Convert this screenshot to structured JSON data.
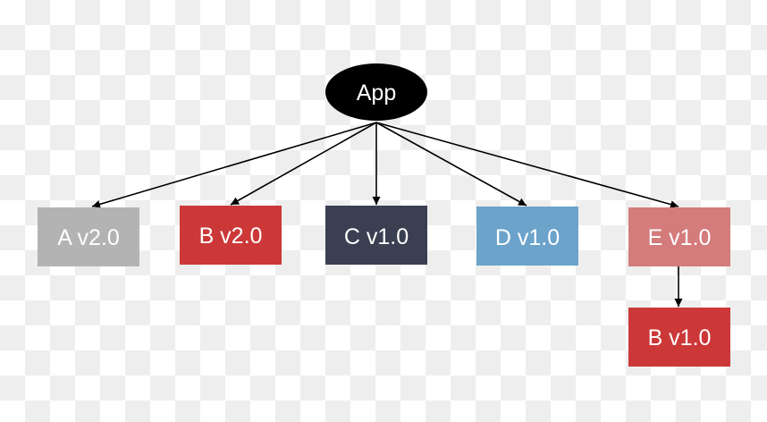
{
  "diagram": {
    "root": {
      "id": "app",
      "label": "App",
      "shape": "ellipse",
      "color": "#000000"
    },
    "nodes": [
      {
        "id": "a2",
        "label": "A v2.0",
        "color": "#b3b3b3"
      },
      {
        "id": "b2",
        "label": "B v2.0",
        "color": "#cc3838"
      },
      {
        "id": "c1",
        "label": "C v1.0",
        "color": "#3a4052"
      },
      {
        "id": "d1",
        "label": "D v1.0",
        "color": "#6ba3cb"
      },
      {
        "id": "e1",
        "label": "E v1.0",
        "color": "#d47b7b"
      },
      {
        "id": "b1",
        "label": "B v1.0",
        "color": "#cc3838"
      }
    ],
    "edges": [
      {
        "from": "app",
        "to": "a2"
      },
      {
        "from": "app",
        "to": "b2"
      },
      {
        "from": "app",
        "to": "c1"
      },
      {
        "from": "app",
        "to": "d1"
      },
      {
        "from": "app",
        "to": "e1"
      },
      {
        "from": "e1",
        "to": "b1"
      }
    ]
  }
}
